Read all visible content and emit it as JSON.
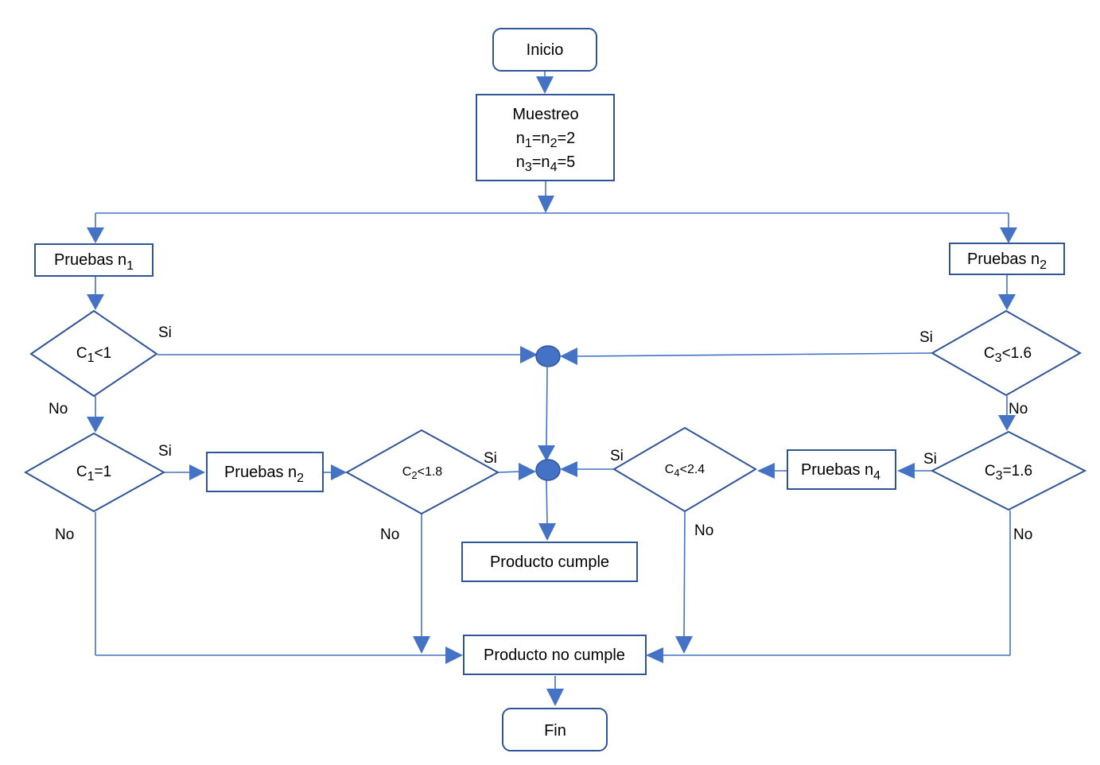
{
  "nodes": {
    "start": "Inicio",
    "sampling": {
      "title": "Muestreo",
      "line1": {
        "a": "n",
        "s1": "1",
        "mid": "=n",
        "s2": "2",
        "tail": "=2"
      },
      "line2": {
        "a": "n",
        "s1": "3",
        "mid": "=n",
        "s2": "4",
        "tail": "=5"
      }
    },
    "test_left": {
      "base": "Pruebas n",
      "sub": "1"
    },
    "test_right": {
      "base": "Pruebas n",
      "sub": "2"
    },
    "test_mid_left": {
      "base": "Pruebas n",
      "sub": "2"
    },
    "test_mid_right": {
      "base": "Pruebas n",
      "sub": "4"
    },
    "c1_less": {
      "a": "C",
      "sub": "1",
      "b": "<1"
    },
    "c1_equal": {
      "a": "C",
      "sub": "1",
      "b": "=1"
    },
    "c2_less": {
      "a": "C",
      "sub": "2",
      "b": "<1.8"
    },
    "c3_less": {
      "a": "C",
      "sub": "3",
      "b": "<1.6"
    },
    "c3_equal": {
      "a": "C",
      "sub": "3",
      "b": "=1.6"
    },
    "c4_less": {
      "a": "C",
      "sub": "4",
      "b": "<2.4"
    },
    "complies": "Producto cumple",
    "not_complies": "Producto no cumple",
    "end": "Fin"
  },
  "labels": {
    "yes": "Si",
    "no": "No"
  },
  "colors": {
    "line": "#4472C4",
    "border": "#2F5597",
    "connector": "#4472C4"
  }
}
